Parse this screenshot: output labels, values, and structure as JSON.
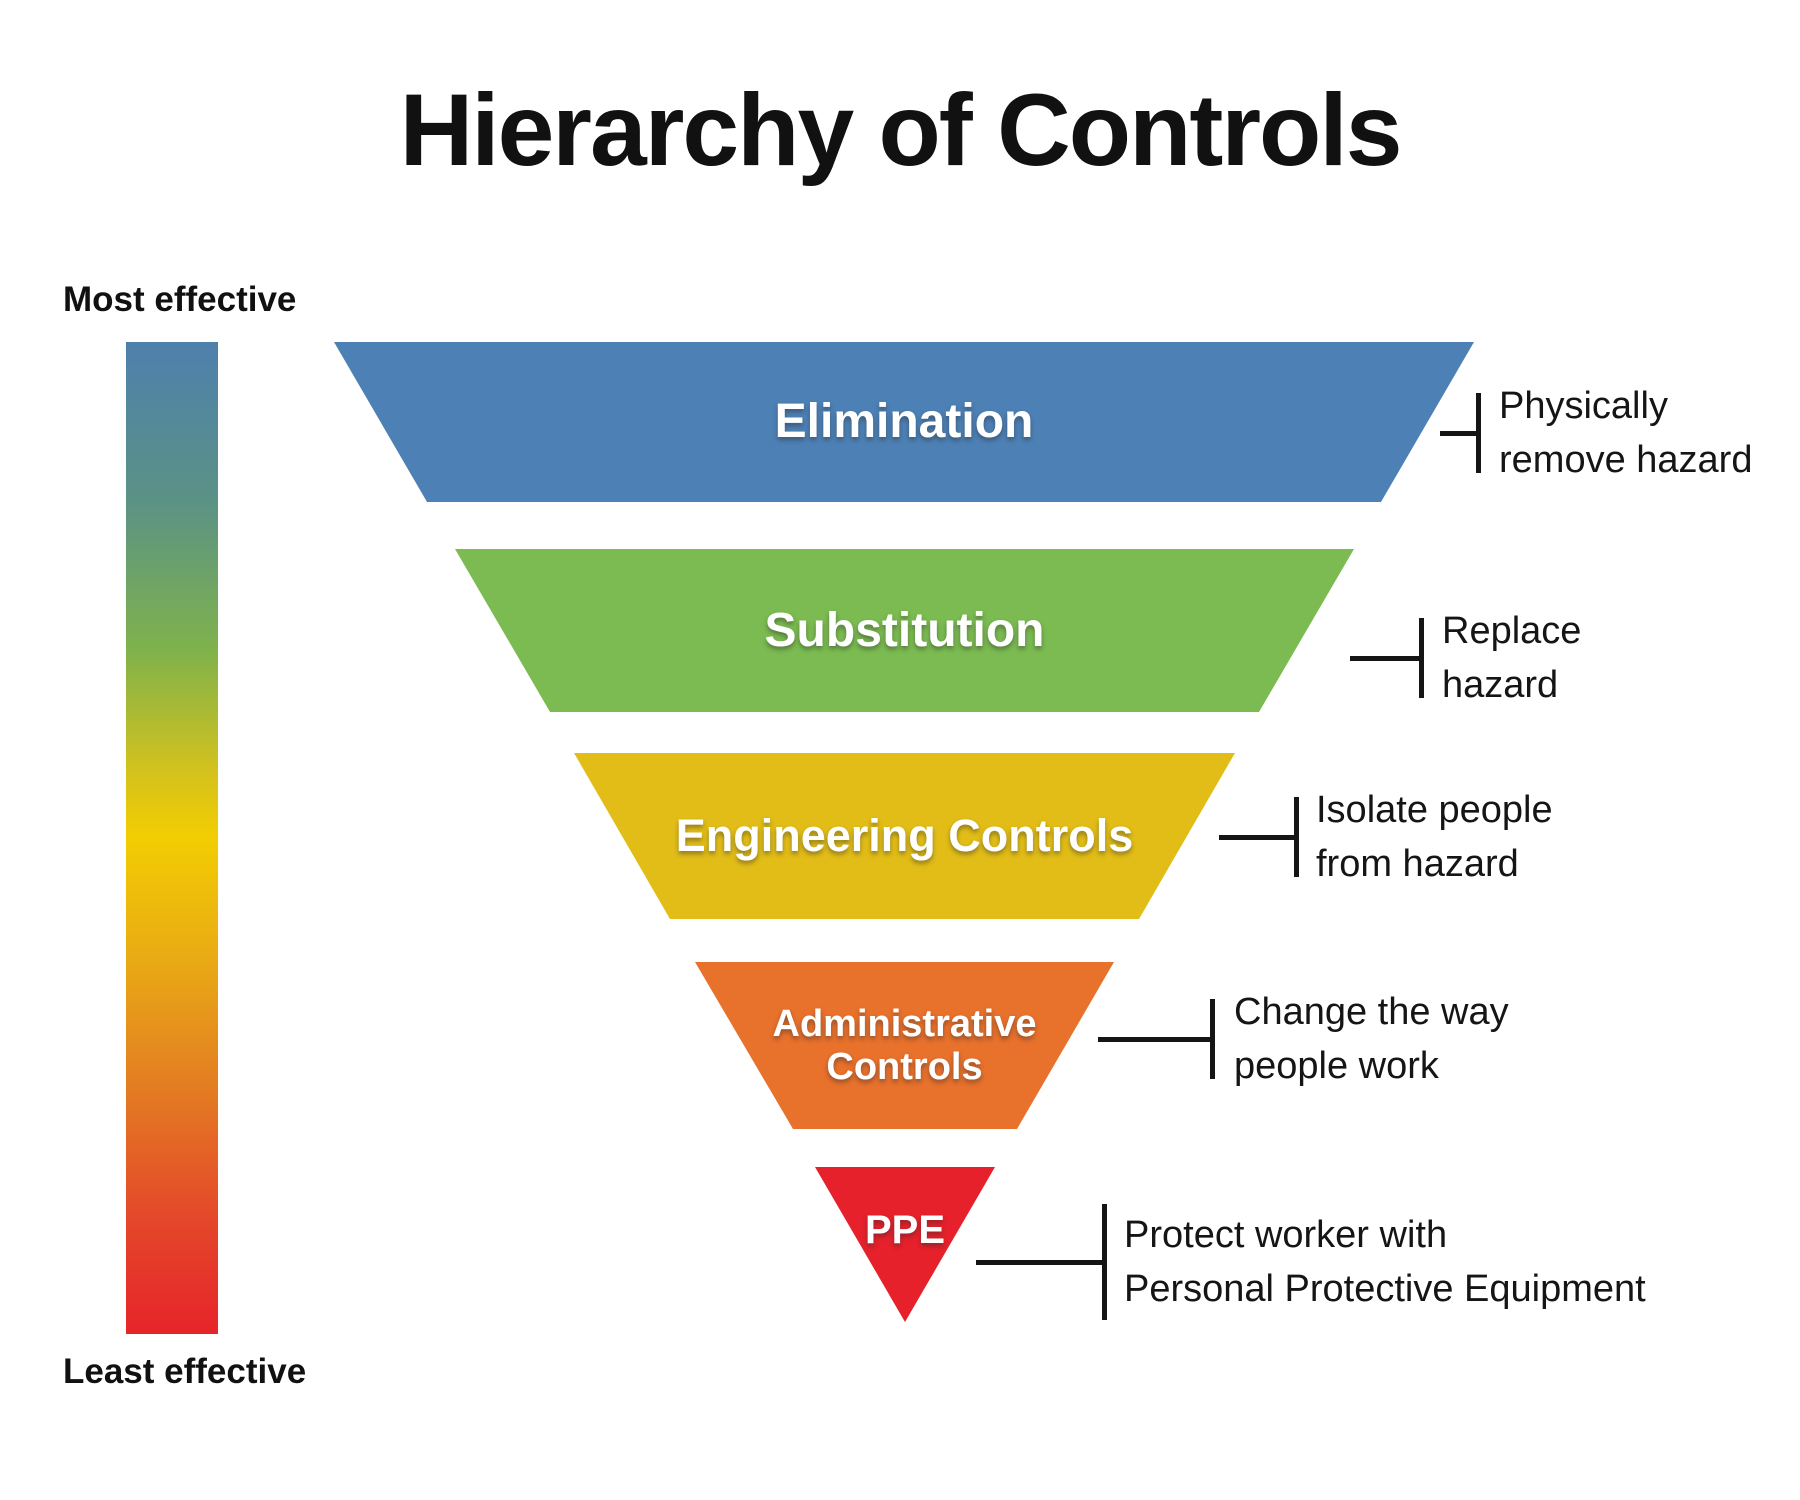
{
  "title": "Hierarchy of Controls",
  "scale": {
    "top_label": "Most effective",
    "bottom_label": "Least effective",
    "gradient_top_color": "#4e80ad",
    "gradient_bottom_color": "#e6242a"
  },
  "connector_color": "#151515",
  "levels": [
    {
      "id": "elimination",
      "label": "Elimination",
      "color": "#4d80b5",
      "description_lines": [
        "Physically",
        "remove hazard"
      ]
    },
    {
      "id": "substitution",
      "label": "Substitution",
      "color": "#7bbb51",
      "description_lines": [
        "Replace",
        "hazard"
      ]
    },
    {
      "id": "engineering-controls",
      "label_lines": [
        "Engineering",
        "Controls"
      ],
      "color": "#e2bd17",
      "description_lines": [
        "Isolate people",
        "from hazard"
      ]
    },
    {
      "id": "administrative-controls",
      "label_lines": [
        "Administrative",
        "Controls"
      ],
      "color": "#e8712c",
      "description_lines": [
        "Change the way",
        "people work"
      ]
    },
    {
      "id": "ppe",
      "label": "PPE",
      "color": "#e6212b",
      "description_lines": [
        "Protect worker with",
        "Personal Protective Equipment"
      ]
    }
  ]
}
